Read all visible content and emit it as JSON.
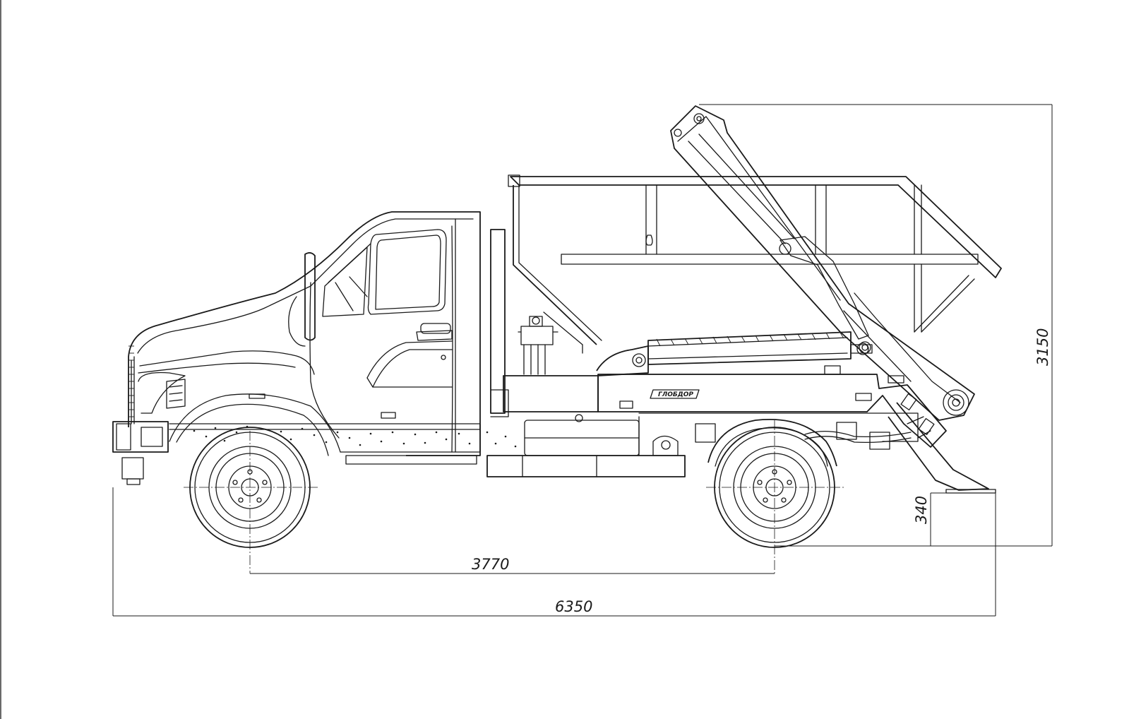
{
  "drawing": {
    "frame_color": "#1a1a1a",
    "background": "#ffffff",
    "logo_text": "ГЛОБДОР",
    "dimensions": {
      "wheelbase": "3770",
      "overall_length": "6350",
      "overall_height": "3150",
      "ground_clearance_rear": "340"
    }
  }
}
